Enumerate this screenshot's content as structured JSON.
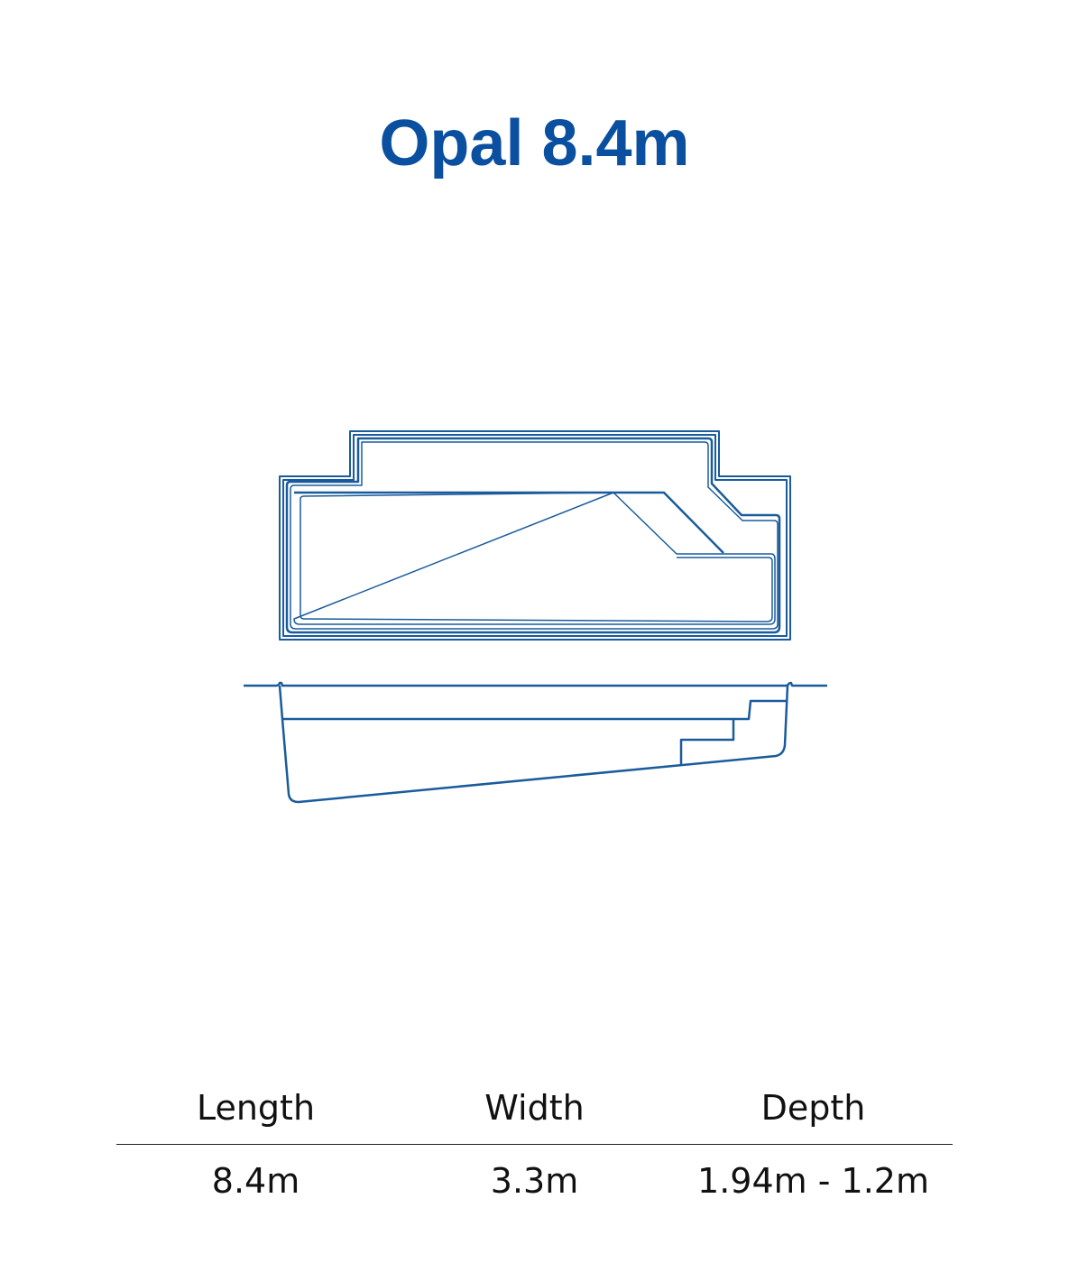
{
  "title": "Opal 8.4m",
  "colors": {
    "title": "#0b4fa0",
    "drawing": "#1a5b9c"
  },
  "specs": {
    "headers": [
      "Length",
      "Width",
      "Depth"
    ],
    "values": [
      "8.4m",
      "3.3m",
      "1.94m - 1.2m"
    ]
  }
}
